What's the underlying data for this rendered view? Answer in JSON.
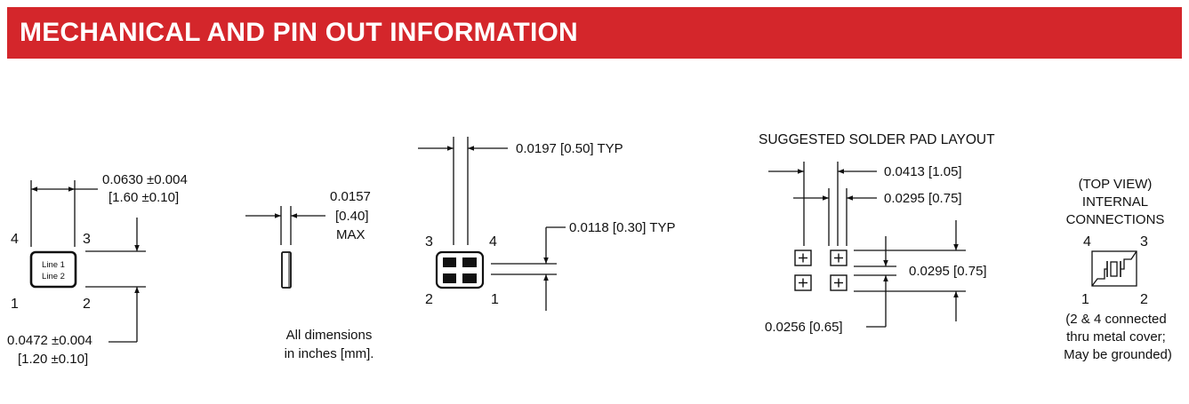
{
  "header": {
    "title": "MECHANICAL AND PIN OUT INFORMATION",
    "bar_color": "#d4262b"
  },
  "top_view": {
    "width_dim": "0.0630 ±0.004",
    "width_dim_mm": "[1.60 ±0.10]",
    "height_dim": "0.0472 ±0.004",
    "height_dim_mm": "[1.20 ±0.10]",
    "marking_line1": "Line 1",
    "marking_line2": "Line 2",
    "pins": {
      "p1": "1",
      "p2": "2",
      "p3": "3",
      "p4": "4"
    }
  },
  "side_view": {
    "thickness_line1": "0.0157",
    "thickness_line2": "[0.40]",
    "thickness_line3": "MAX",
    "note_line1": "All dimensions",
    "note_line2": "in inches [mm]."
  },
  "bottom_view": {
    "pad_width_dim": "0.0197 [0.50] TYP",
    "pad_gap_dim": "0.0118 [0.30] TYP",
    "pins": {
      "p1": "1",
      "p2": "2",
      "p3": "3",
      "p4": "4"
    }
  },
  "solder_pad": {
    "title": "SUGGESTED SOLDER PAD LAYOUT",
    "pitch_dim": "0.0413 [1.05]",
    "pad_width_dim": "0.0295 [0.75]",
    "pad_height_dim": "0.0295 [0.75]",
    "pad_gap_dim": "0.0256 [0.65]"
  },
  "internal": {
    "line1": "(TOP VIEW)",
    "line2": "INTERNAL",
    "line3": "CONNECTIONS",
    "pins": {
      "p1": "1",
      "p2": "2",
      "p3": "3",
      "p4": "4"
    },
    "note_line1": "(2 & 4 connected",
    "note_line2": "thru metal cover;",
    "note_line3": "May be grounded)"
  }
}
